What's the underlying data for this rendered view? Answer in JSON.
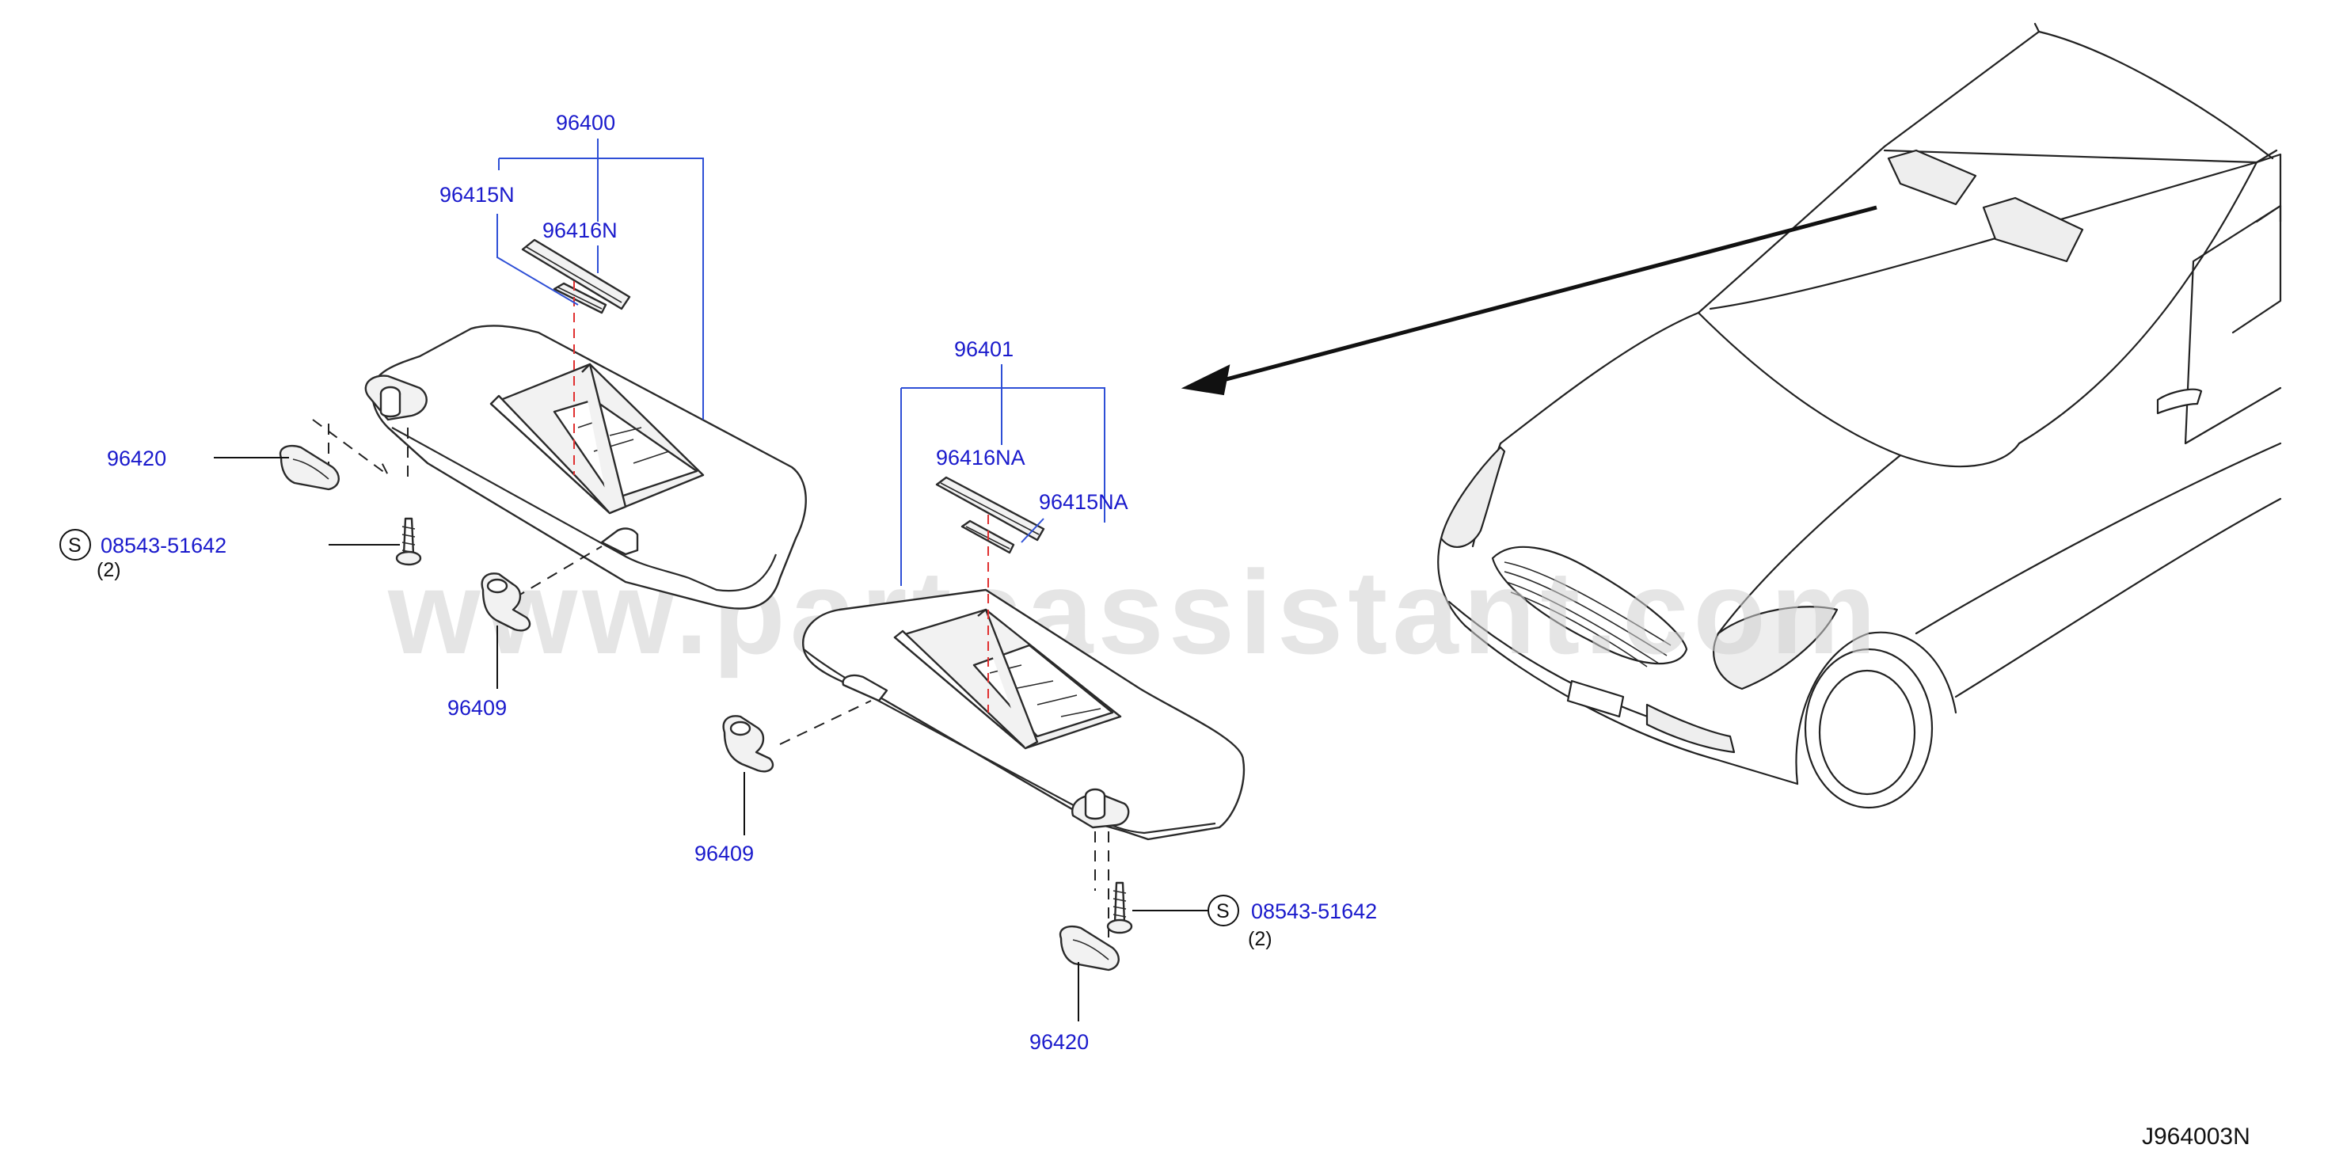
{
  "diagram_id": "J964003N",
  "watermark": "www.partsassistant.com",
  "labels": {
    "lh_assembly": "96400",
    "lh_holder": "96415N",
    "lh_cover": "96416N",
    "lh_clip": "96420",
    "lh_screw": "08543-51642",
    "lh_screw_qty": "(2)",
    "lh_bracket": "96409",
    "rh_assembly": "96401",
    "rh_cover": "96416NA",
    "rh_holder": "96415NA",
    "rh_bracket": "96409",
    "rh_screw": "08543-51642",
    "rh_screw_qty": "(2)",
    "rh_clip": "96420",
    "s_symbol": "S"
  },
  "colors": {
    "label_blue": "#1a1acc",
    "bracket_blue": "#2e4fd6",
    "centerline_red": "#e03030",
    "line_dark": "#2a2a2a"
  }
}
